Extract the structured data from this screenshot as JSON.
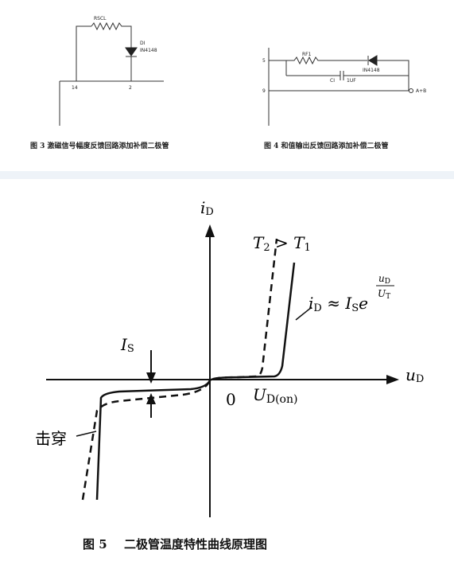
{
  "fig3": {
    "resistor_label": "RSCL",
    "diode_label_1": "DI",
    "diode_label_2": "IN4148",
    "pin_left": "14",
    "pin_right": "2",
    "caption": "图 3   激磁信号幅度反馈回路添加补偿二极管"
  },
  "fig4": {
    "pin_top": "5",
    "pin_bottom": "9",
    "resistor_label": "RF1",
    "diode_label": "IN4148",
    "capacitor_label_1": "CI",
    "capacitor_label_2": "1UF",
    "output_label": "A+B",
    "caption": "图 4  和值输出反馈回路添加补偿二极管"
  },
  "fig5": {
    "y_axis_label": "i",
    "y_axis_sub": "D",
    "x_axis_label": "u",
    "x_axis_sub": "D",
    "temp_label": "T",
    "temp_sub_a": "2",
    "temp_mid": " > T",
    "temp_sub_b": "1",
    "eq_i": "i",
    "eq_i_sub": "D",
    "eq_approx": " ≈ I",
    "eq_is_sub": "S",
    "eq_e": "e",
    "eq_num": "u",
    "eq_num_sub": "D",
    "eq_den": "U",
    "eq_den_sub": "T",
    "is_label": "I",
    "is_sub": "S",
    "origin_label": "0",
    "threshold_label": "U",
    "threshold_sub": "D(on)",
    "breakdown_label": "击穿",
    "caption_num": "图 5",
    "caption_text": "二极管温度特性曲线原理图"
  }
}
